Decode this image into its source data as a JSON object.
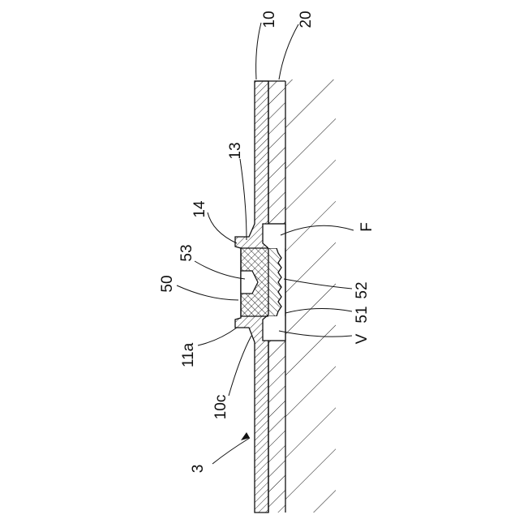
{
  "figure": {
    "labels": {
      "l10": "10",
      "l20": "20",
      "l13": "13",
      "l14": "14",
      "l53": "53",
      "l50": "50",
      "l11a": "11a",
      "l10c": "10c",
      "l3": "3",
      "lF": "F",
      "l52": "52",
      "l51": "51",
      "lV": "V"
    }
  },
  "colors": {
    "line": "#111111",
    "background": "#ffffff"
  }
}
